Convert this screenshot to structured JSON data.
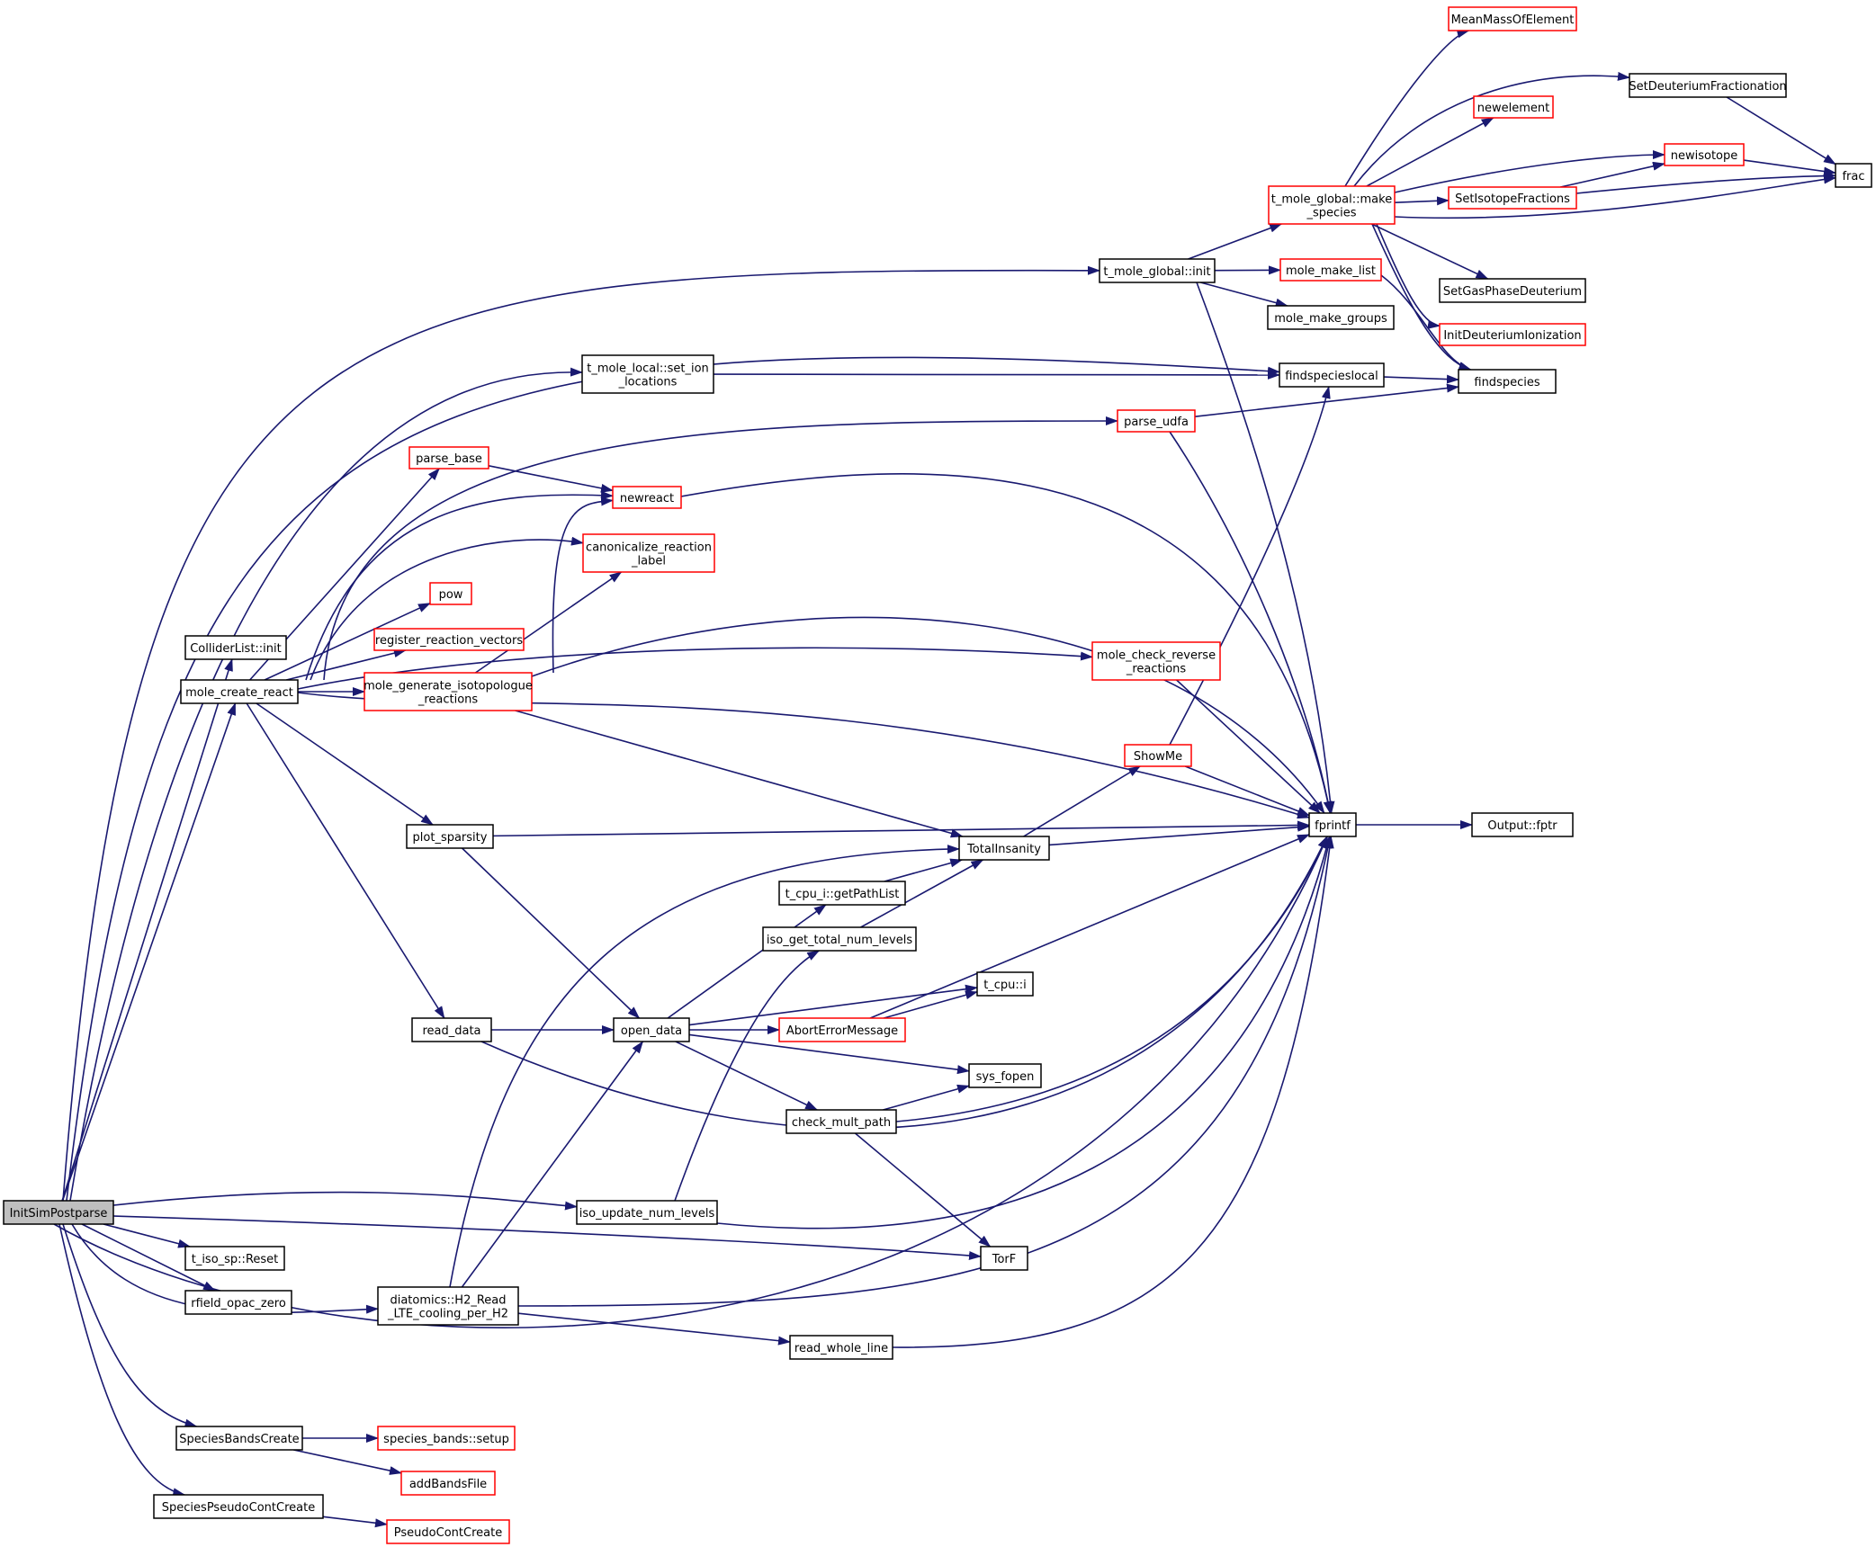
{
  "colors": {
    "edge": "#191970",
    "black_border": "#000000",
    "red_border": "#ff0000",
    "root_fill": "#bfbfbf",
    "node_fill": "#ffffff",
    "text": "#000000"
  },
  "nodes": {
    "InitSimPostparse": {
      "label": [
        "InitSimPostparse"
      ],
      "style": "root"
    },
    "ColliderList_init": {
      "label": [
        "ColliderList::init"
      ],
      "style": "black"
    },
    "mole_create_react": {
      "label": [
        "mole_create_react"
      ],
      "style": "black"
    },
    "t_iso_sp_Reset": {
      "label": [
        "t_iso_sp::Reset"
      ],
      "style": "black"
    },
    "rfield_opac_zero": {
      "label": [
        "rfield_opac_zero"
      ],
      "style": "black"
    },
    "SpeciesBandsCreate": {
      "label": [
        "SpeciesBandsCreate"
      ],
      "style": "black"
    },
    "SpeciesPseudoContCreate": {
      "label": [
        "SpeciesPseudoContCreate"
      ],
      "style": "black"
    },
    "parse_base": {
      "label": [
        "parse_base"
      ],
      "style": "red"
    },
    "pow": {
      "label": [
        "pow"
      ],
      "style": "red"
    },
    "register_reaction_vectors": {
      "label": [
        "register_reaction_vectors"
      ],
      "style": "red"
    },
    "mole_generate_isotopologue_reactions": {
      "label": [
        "mole_generate_isotopologue",
        "_reactions"
      ],
      "style": "red"
    },
    "plot_sparsity": {
      "label": [
        "plot_sparsity"
      ],
      "style": "black"
    },
    "read_data": {
      "label": [
        "read_data"
      ],
      "style": "black"
    },
    "diatomics_H2_Read": {
      "label": [
        "diatomics::H2_Read",
        "_LTE_cooling_per_H2"
      ],
      "style": "black"
    },
    "species_bands_setup": {
      "label": [
        "species_bands::setup"
      ],
      "style": "red"
    },
    "addBandsFile": {
      "label": [
        "addBandsFile"
      ],
      "style": "red"
    },
    "PseudoContCreate": {
      "label": [
        "PseudoContCreate"
      ],
      "style": "red"
    },
    "t_mole_local_set_ion_locations": {
      "label": [
        "t_mole_local::set_ion",
        "_locations"
      ],
      "style": "black"
    },
    "newreact": {
      "label": [
        "newreact"
      ],
      "style": "red"
    },
    "canonicalize_reaction_label": {
      "label": [
        "canonicalize_reaction",
        "_label"
      ],
      "style": "red"
    },
    "open_data": {
      "label": [
        "open_data"
      ],
      "style": "black"
    },
    "iso_update_num_levels": {
      "label": [
        "iso_update_num_levels"
      ],
      "style": "black"
    },
    "t_cpu_i_getPathList": {
      "label": [
        "t_cpu_i::getPathList"
      ],
      "style": "black"
    },
    "iso_get_total_num_levels": {
      "label": [
        "iso_get_total_num_levels"
      ],
      "style": "black"
    },
    "AbortErrorMessage": {
      "label": [
        "AbortErrorMessage"
      ],
      "style": "red"
    },
    "check_mult_path": {
      "label": [
        "check_mult_path"
      ],
      "style": "black"
    },
    "read_whole_line": {
      "label": [
        "read_whole_line"
      ],
      "style": "black"
    },
    "TotalInsanity": {
      "label": [
        "TotalInsanity"
      ],
      "style": "black"
    },
    "t_cpu_i": {
      "label": [
        "t_cpu::i"
      ],
      "style": "black"
    },
    "sys_fopen": {
      "label": [
        "sys_fopen"
      ],
      "style": "black"
    },
    "TorF": {
      "label": [
        "TorF"
      ],
      "style": "black"
    },
    "t_mole_global_init": {
      "label": [
        "t_mole_global::init"
      ],
      "style": "black"
    },
    "parse_udfa": {
      "label": [
        "parse_udfa"
      ],
      "style": "red"
    },
    "mole_check_reverse_reactions": {
      "label": [
        "mole_check_reverse",
        "_reactions"
      ],
      "style": "red"
    },
    "ShowMe": {
      "label": [
        "ShowMe"
      ],
      "style": "red"
    },
    "t_mole_global_make_species": {
      "label": [
        "t_mole_global::make",
        "_species"
      ],
      "style": "red"
    },
    "mole_make_list": {
      "label": [
        "mole_make_list"
      ],
      "style": "red"
    },
    "mole_make_groups": {
      "label": [
        "mole_make_groups"
      ],
      "style": "black"
    },
    "findspecieslocal": {
      "label": [
        "findspecieslocal"
      ],
      "style": "black"
    },
    "fprintf": {
      "label": [
        "fprintf"
      ],
      "style": "black"
    },
    "MeanMassOfElement": {
      "label": [
        "MeanMassOfElement"
      ],
      "style": "red"
    },
    "newelement": {
      "label": [
        "newelement"
      ],
      "style": "red"
    },
    "SetIsotopeFractions": {
      "label": [
        "SetIsotopeFractions"
      ],
      "style": "red"
    },
    "SetGasPhaseDeuterium": {
      "label": [
        "SetGasPhaseDeuterium"
      ],
      "style": "black"
    },
    "InitDeuteriumIonization": {
      "label": [
        "InitDeuteriumIonization"
      ],
      "style": "red"
    },
    "findspecies": {
      "label": [
        "findspecies"
      ],
      "style": "black"
    },
    "SetDeuteriumFractionation": {
      "label": [
        "SetDeuteriumFractionation"
      ],
      "style": "black"
    },
    "newisotope": {
      "label": [
        "newisotope"
      ],
      "style": "red"
    },
    "frac": {
      "label": [
        "frac"
      ],
      "style": "black"
    },
    "Output_fptr": {
      "label": [
        "Output::fptr"
      ],
      "style": "black"
    }
  },
  "edges": [
    [
      "InitSimPostparse",
      "ColliderList_init"
    ],
    [
      "InitSimPostparse",
      "mole_create_react"
    ],
    [
      "InitSimPostparse",
      "t_iso_sp_Reset"
    ],
    [
      "InitSimPostparse",
      "rfield_opac_zero"
    ],
    [
      "InitSimPostparse",
      "diatomics_H2_Read"
    ],
    [
      "InitSimPostparse",
      "SpeciesBandsCreate"
    ],
    [
      "InitSimPostparse",
      "SpeciesPseudoContCreate"
    ],
    [
      "InitSimPostparse",
      "t_mole_global_init"
    ],
    [
      "InitSimPostparse",
      "findspecieslocal"
    ],
    [
      "InitSimPostparse",
      "t_mole_local_set_ion_locations"
    ],
    [
      "InitSimPostparse",
      "iso_update_num_levels"
    ],
    [
      "InitSimPostparse",
      "TorF"
    ],
    [
      "InitSimPostparse",
      "fprintf"
    ],
    [
      "mole_create_react",
      "parse_udfa"
    ],
    [
      "mole_create_react",
      "parse_base"
    ],
    [
      "mole_create_react",
      "newreact"
    ],
    [
      "mole_create_react",
      "canonicalize_reaction_label"
    ],
    [
      "mole_create_react",
      "pow"
    ],
    [
      "mole_create_react",
      "register_reaction_vectors"
    ],
    [
      "mole_create_react",
      "mole_generate_isotopologue_reactions"
    ],
    [
      "mole_create_react",
      "mole_check_reverse_reactions"
    ],
    [
      "mole_create_react",
      "fprintf"
    ],
    [
      "mole_create_react",
      "plot_sparsity"
    ],
    [
      "mole_create_react",
      "read_data"
    ],
    [
      "parse_base",
      "newreact"
    ],
    [
      "mole_generate_isotopologue_reactions",
      "newreact"
    ],
    [
      "mole_generate_isotopologue_reactions",
      "canonicalize_reaction_label"
    ],
    [
      "mole_generate_isotopologue_reactions",
      "fprintf"
    ],
    [
      "mole_generate_isotopologue_reactions",
      "TotalInsanity"
    ],
    [
      "newreact",
      "fprintf"
    ],
    [
      "plot_sparsity",
      "fprintf"
    ],
    [
      "plot_sparsity",
      "open_data"
    ],
    [
      "read_data",
      "open_data"
    ],
    [
      "read_data",
      "fprintf"
    ],
    [
      "diatomics_H2_Read",
      "TotalInsanity"
    ],
    [
      "diatomics_H2_Read",
      "open_data"
    ],
    [
      "diatomics_H2_Read",
      "fprintf"
    ],
    [
      "diatomics_H2_Read",
      "read_whole_line"
    ],
    [
      "SpeciesBandsCreate",
      "species_bands_setup"
    ],
    [
      "SpeciesBandsCreate",
      "addBandsFile"
    ],
    [
      "SpeciesPseudoContCreate",
      "PseudoContCreate"
    ],
    [
      "t_mole_local_set_ion_locations",
      "findspecieslocal"
    ],
    [
      "open_data",
      "t_cpu_i_getPathList"
    ],
    [
      "open_data",
      "t_cpu_i"
    ],
    [
      "open_data",
      "AbortErrorMessage"
    ],
    [
      "open_data",
      "sys_fopen"
    ],
    [
      "open_data",
      "check_mult_path"
    ],
    [
      "iso_update_num_levels",
      "iso_get_total_num_levels"
    ],
    [
      "iso_update_num_levels",
      "fprintf"
    ],
    [
      "t_cpu_i_getPathList",
      "TotalInsanity"
    ],
    [
      "iso_get_total_num_levels",
      "TotalInsanity"
    ],
    [
      "AbortErrorMessage",
      "t_cpu_i"
    ],
    [
      "AbortErrorMessage",
      "fprintf"
    ],
    [
      "check_mult_path",
      "sys_fopen"
    ],
    [
      "check_mult_path",
      "fprintf"
    ],
    [
      "check_mult_path",
      "TorF"
    ],
    [
      "read_whole_line",
      "fprintf"
    ],
    [
      "TotalInsanity",
      "ShowMe"
    ],
    [
      "TotalInsanity",
      "fprintf"
    ],
    [
      "ShowMe",
      "findspecieslocal"
    ],
    [
      "ShowMe",
      "fprintf"
    ],
    [
      "mole_check_reverse_reactions",
      "fprintf"
    ],
    [
      "parse_udfa",
      "findspecies"
    ],
    [
      "parse_udfa",
      "fprintf"
    ],
    [
      "t_mole_global_init",
      "t_mole_global_make_species"
    ],
    [
      "t_mole_global_init",
      "mole_make_list"
    ],
    [
      "t_mole_global_init",
      "mole_make_groups"
    ],
    [
      "t_mole_global_init",
      "fprintf"
    ],
    [
      "mole_make_list",
      "findspecies"
    ],
    [
      "findspecieslocal",
      "findspecies"
    ],
    [
      "t_mole_global_make_species",
      "MeanMassOfElement"
    ],
    [
      "t_mole_global_make_species",
      "SetDeuteriumFractionation"
    ],
    [
      "t_mole_global_make_species",
      "newelement"
    ],
    [
      "t_mole_global_make_species",
      "newisotope"
    ],
    [
      "t_mole_global_make_species",
      "SetIsotopeFractions"
    ],
    [
      "t_mole_global_make_species",
      "frac"
    ],
    [
      "t_mole_global_make_species",
      "SetGasPhaseDeuterium"
    ],
    [
      "t_mole_global_make_species",
      "InitDeuteriumIonization"
    ],
    [
      "t_mole_global_make_species",
      "findspecies"
    ],
    [
      "SetDeuteriumFractionation",
      "frac"
    ],
    [
      "SetIsotopeFractions",
      "newisotope"
    ],
    [
      "SetIsotopeFractions",
      "frac"
    ],
    [
      "newisotope",
      "frac"
    ],
    [
      "fprintf",
      "Output_fptr"
    ]
  ]
}
